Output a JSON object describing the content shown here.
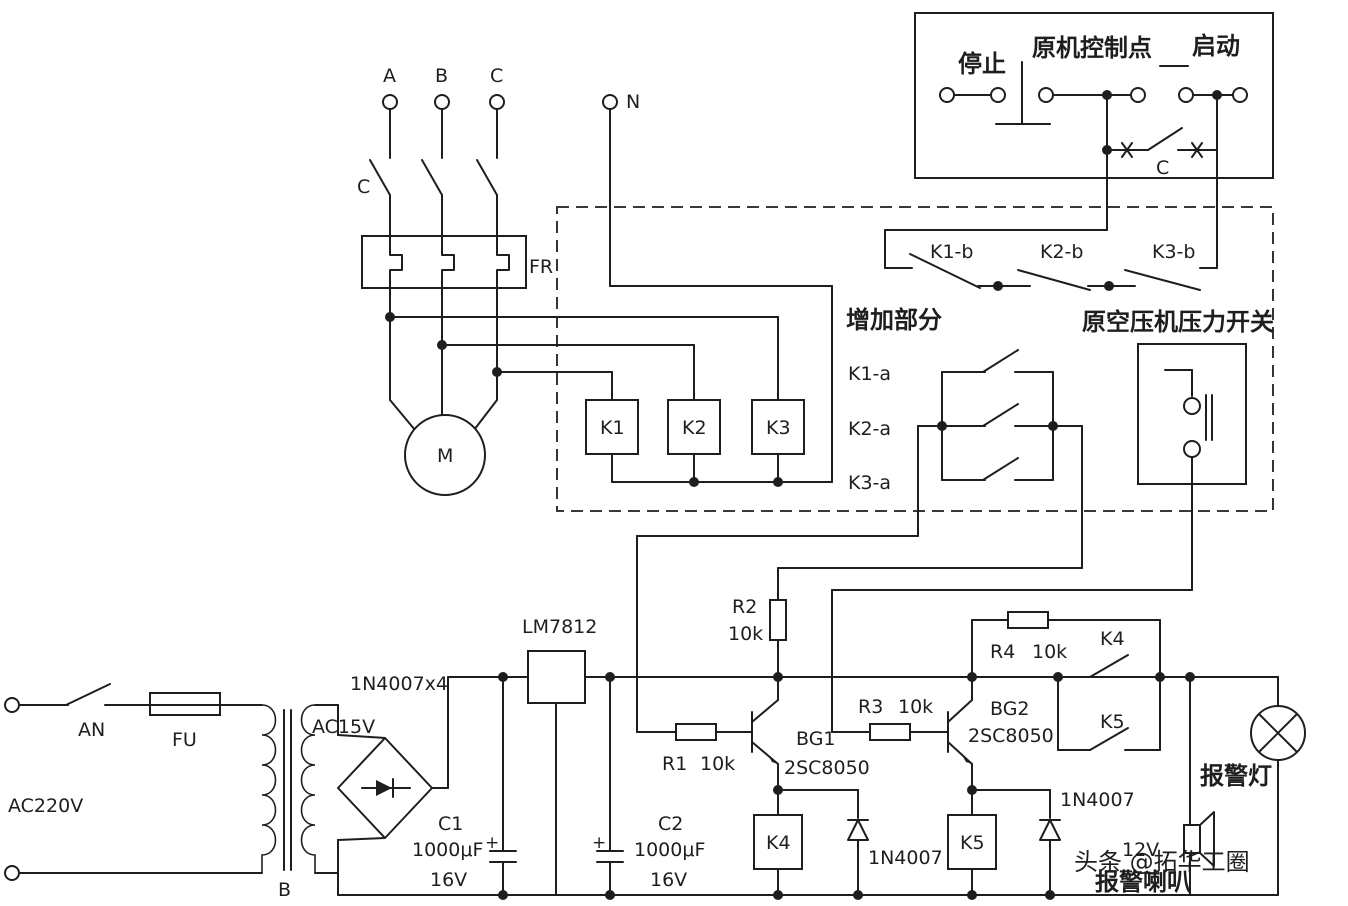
{
  "original_unit": {
    "title": "原机控制点",
    "stop": "停止",
    "start": "启动",
    "contactor": "C"
  },
  "power_inputs": {
    "phase_a": "A",
    "phase_b": "B",
    "phase_c": "C",
    "neutral": "N",
    "main_contactor": "C",
    "overload_relay": "FR",
    "motor": "M"
  },
  "added_section": {
    "title": "增加部分",
    "relay_k1": "K1",
    "relay_k2": "K2",
    "relay_k3": "K3",
    "contact_k1b": "K1-b",
    "contact_k2b": "K2-b",
    "contact_k3b": "K3-b",
    "contact_k1a": "K1-a",
    "contact_k2a": "K2-a",
    "contact_k3a": "K3-a"
  },
  "pressure_switch": {
    "title": "原空压机压力开关"
  },
  "power_supply": {
    "switch": "AN",
    "fuse": "FU",
    "mains": "AC220V",
    "transformer_secondary": "AC15V",
    "transformer": "B",
    "bridge": "1N4007x4",
    "regulator": "LM7812",
    "c1_name": "C1",
    "c1_value": "1000μF",
    "c1_voltage": "16V",
    "c2_name": "C2",
    "c2_value": "1000μF",
    "c2_voltage": "16V"
  },
  "alarm_circuit": {
    "r1": "R1",
    "r1_value": "10k",
    "r2": "R2",
    "r2_value": "10k",
    "r3": "R3",
    "r3_value": "10k",
    "r4": "R4",
    "r4_value": "10k",
    "bg1": "BG1",
    "bg1_model": "2SC8050",
    "bg2": "BG2",
    "bg2_model": "2SC8050",
    "k4": "K4",
    "k5": "K5",
    "diode1": "1N4007",
    "diode2": "1N4007",
    "contact_k4": "K4",
    "contact_k5": "K5",
    "lamp": "报警灯",
    "horn_voltage": "12V",
    "horn": "报警喇叭"
  },
  "watermark": "头条 @拓华工圈"
}
